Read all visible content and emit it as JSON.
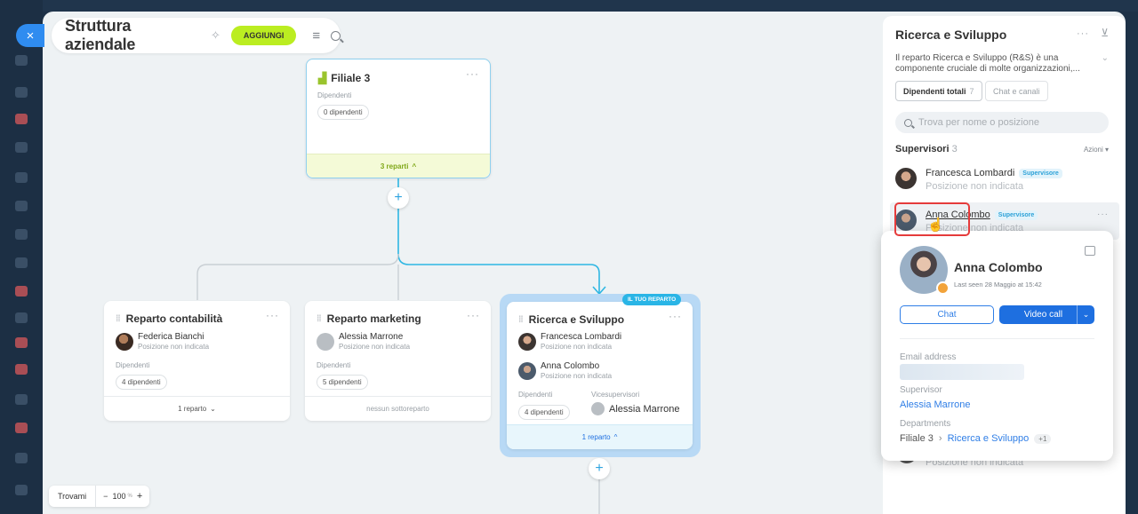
{
  "window": {
    "title": "Struttura aziendale",
    "add_label": "AGGIUNGI",
    "close_label": "×"
  },
  "branch": {
    "name": "Filiale 3",
    "employees_label": "Dipendenti",
    "employees_chip": "0 dipendenti",
    "footer": "3 reparti"
  },
  "departments": [
    {
      "name": "Reparto contabilità",
      "person_name": "Federica Bianchi",
      "person_position": "Posizione non indicata",
      "employees_label": "Dipendenti",
      "employees_chip": "4 dipendenti",
      "footer": "1 reparto"
    },
    {
      "name": "Reparto marketing",
      "person_name": "Alessia Marrone",
      "person_position": "Posizione non indicata",
      "employees_label": "Dipendenti",
      "employees_chip": "5 dipendenti",
      "footer": "nessun sottoreparto"
    },
    {
      "name": "Ricerca e Sviluppo",
      "badge": "IL TUO REPARTO",
      "person1_name": "Francesca Lombardi",
      "person1_position": "Posizione non indicata",
      "person2_name": "Anna Colombo",
      "person2_position": "Posizione non indicata",
      "employees_label": "Dipendenti",
      "employees_chip": "4 dipendenti",
      "deputy_label": "Vicesupervisori",
      "deputy_name": "Alessia Marrone",
      "footer": "1 reparto"
    }
  ],
  "zoom": {
    "find_label": "Trovami",
    "minus": "−",
    "value": "100",
    "unit": "%",
    "plus": "+"
  },
  "panel": {
    "title": "Ricerca e Sviluppo",
    "description": "Il reparto Ricerca e Sviluppo (R&S) è una componente cruciale di molte organizzazioni,...",
    "tab_employees": "Dipendenti totali",
    "tab_employees_count": "7",
    "tab_chats": "Chat e canali",
    "search_placeholder": "Trova per nome o posizione",
    "supervisors_label": "Supervisori",
    "supervisors_count": "3",
    "actions_label": "Azioni",
    "supervisors": [
      {
        "name": "Francesca Lombardi",
        "badge": "Supervisore",
        "position": "Posizione non indicata"
      },
      {
        "name": "Anna Colombo",
        "badge": "Supervisore",
        "position": "Posizione non indicata"
      }
    ],
    "behind_text": "Posizione non indicata"
  },
  "popup": {
    "name": "Anna Colombo",
    "last_seen": "Last seen 28 Maggio at 15:42",
    "chat_label": "Chat",
    "video_label": "Video call",
    "email_label": "Email address",
    "supervisor_label": "Supervisor",
    "supervisor_name": "Alessia Marrone",
    "departments_label": "Departments",
    "dept_parent": "Filiale 3",
    "dept_current": "Ricerca e Sviluppo",
    "dept_more": "+1"
  }
}
